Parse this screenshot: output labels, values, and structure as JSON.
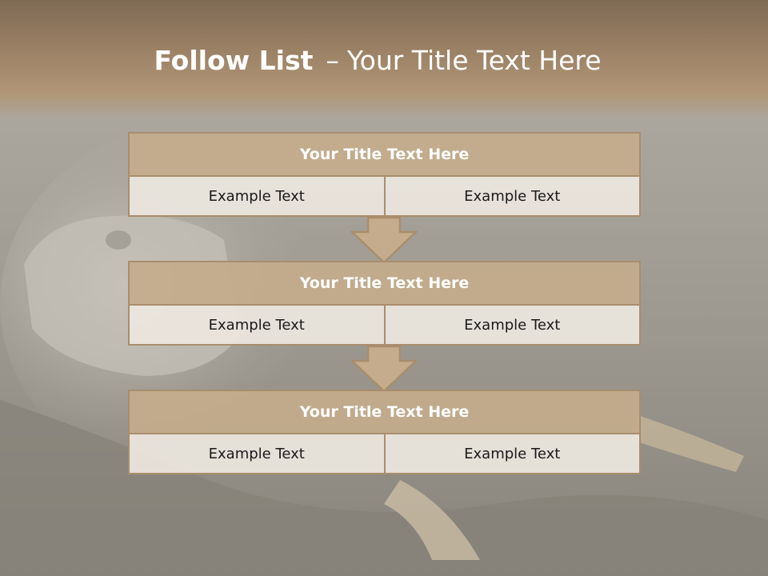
{
  "slide": {
    "title_bold": "Follow List",
    "title_separator": "–",
    "title_rest": "Your Title Text Here"
  },
  "blocks": [
    {
      "title": "Your Title Text Here",
      "left": "Example Text",
      "right": "Example Text"
    },
    {
      "title": "Your Title Text Here",
      "left": "Example Text",
      "right": "Example Text"
    },
    {
      "title": "Your Title Text Here",
      "left": "Example Text",
      "right": "Example Text"
    }
  ],
  "icons": {
    "connector": "down-arrow-icon"
  },
  "colors": {
    "header_fill": "#c4ac8c",
    "border": "#a98d6c",
    "cell_fill": "#ece6df",
    "title_band": "#9a8064"
  }
}
